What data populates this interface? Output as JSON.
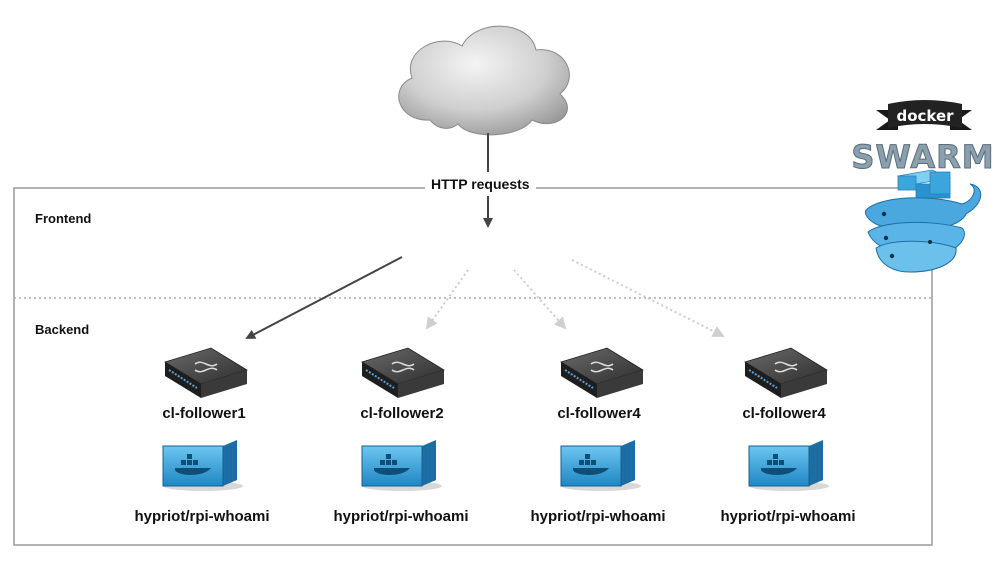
{
  "http_label": "HTTP requests",
  "zones": {
    "frontend": "Frontend",
    "backend": "Backend"
  },
  "nodes": [
    {
      "name": "cl-follower1",
      "image": "hypriot/rpi-whoami",
      "active": true
    },
    {
      "name": "cl-follower2",
      "image": "hypriot/rpi-whoami",
      "active": false
    },
    {
      "name": "cl-follower4",
      "image": "hypriot/rpi-whoami",
      "active": false
    },
    {
      "name": "cl-follower4",
      "image": "hypriot/rpi-whoami",
      "active": false
    }
  ],
  "logo": {
    "docker_text": "docker",
    "swarm_text": "SWARM"
  },
  "colors": {
    "active_arrow": "#444444",
    "inactive_arrow": "#c8c8c8",
    "border": "#999999",
    "container_blue": "#3aa6dc",
    "swarm_blue": "#2b8fd6"
  }
}
